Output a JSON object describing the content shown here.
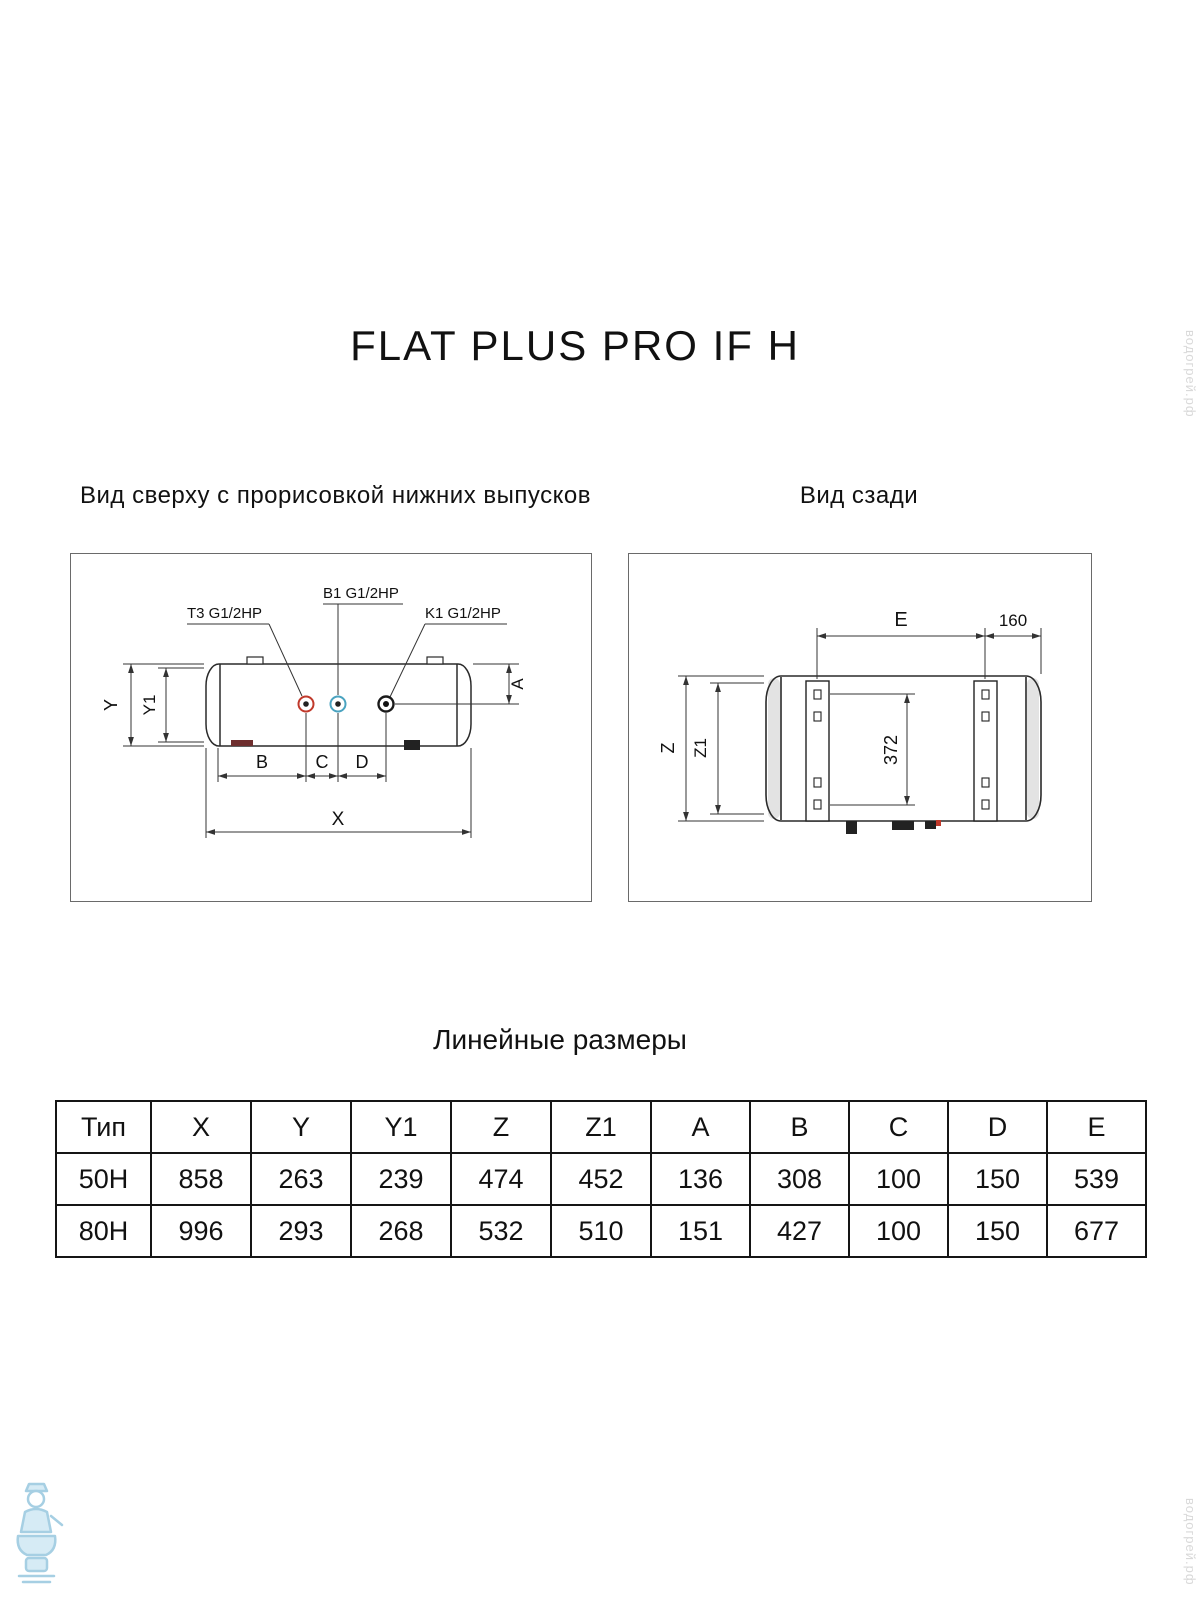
{
  "title": "FLAT PLUS PRO IF H",
  "sections": {
    "top_view_label": "Вид сверху с прорисовкой нижних выпусков",
    "rear_view_label": "Вид сзади",
    "table_title": "Линейные размеры"
  },
  "top_view": {
    "ports": {
      "t3": "T3 G1/2HP",
      "b1": "B1 G1/2HP",
      "k1": "K1 G1/2HP"
    },
    "dims": {
      "y": "Y",
      "y1": "Y1",
      "a": "A",
      "b": "B",
      "c": "C",
      "d": "D",
      "x": "X"
    }
  },
  "rear_view": {
    "dims": {
      "e": "E",
      "e_right": "160",
      "z": "Z",
      "z1": "Z1",
      "bracket_span": "372"
    }
  },
  "table": {
    "headers": [
      "Тип",
      "X",
      "Y",
      "Y1",
      "Z",
      "Z1",
      "A",
      "B",
      "C",
      "D",
      "E"
    ],
    "rows": [
      [
        "50H",
        "858",
        "263",
        "239",
        "474",
        "452",
        "136",
        "308",
        "100",
        "150",
        "539"
      ],
      [
        "80H",
        "996",
        "293",
        "268",
        "532",
        "510",
        "151",
        "427",
        "100",
        "150",
        "677"
      ]
    ]
  },
  "watermark": {
    "site": "водогрей.рф"
  }
}
